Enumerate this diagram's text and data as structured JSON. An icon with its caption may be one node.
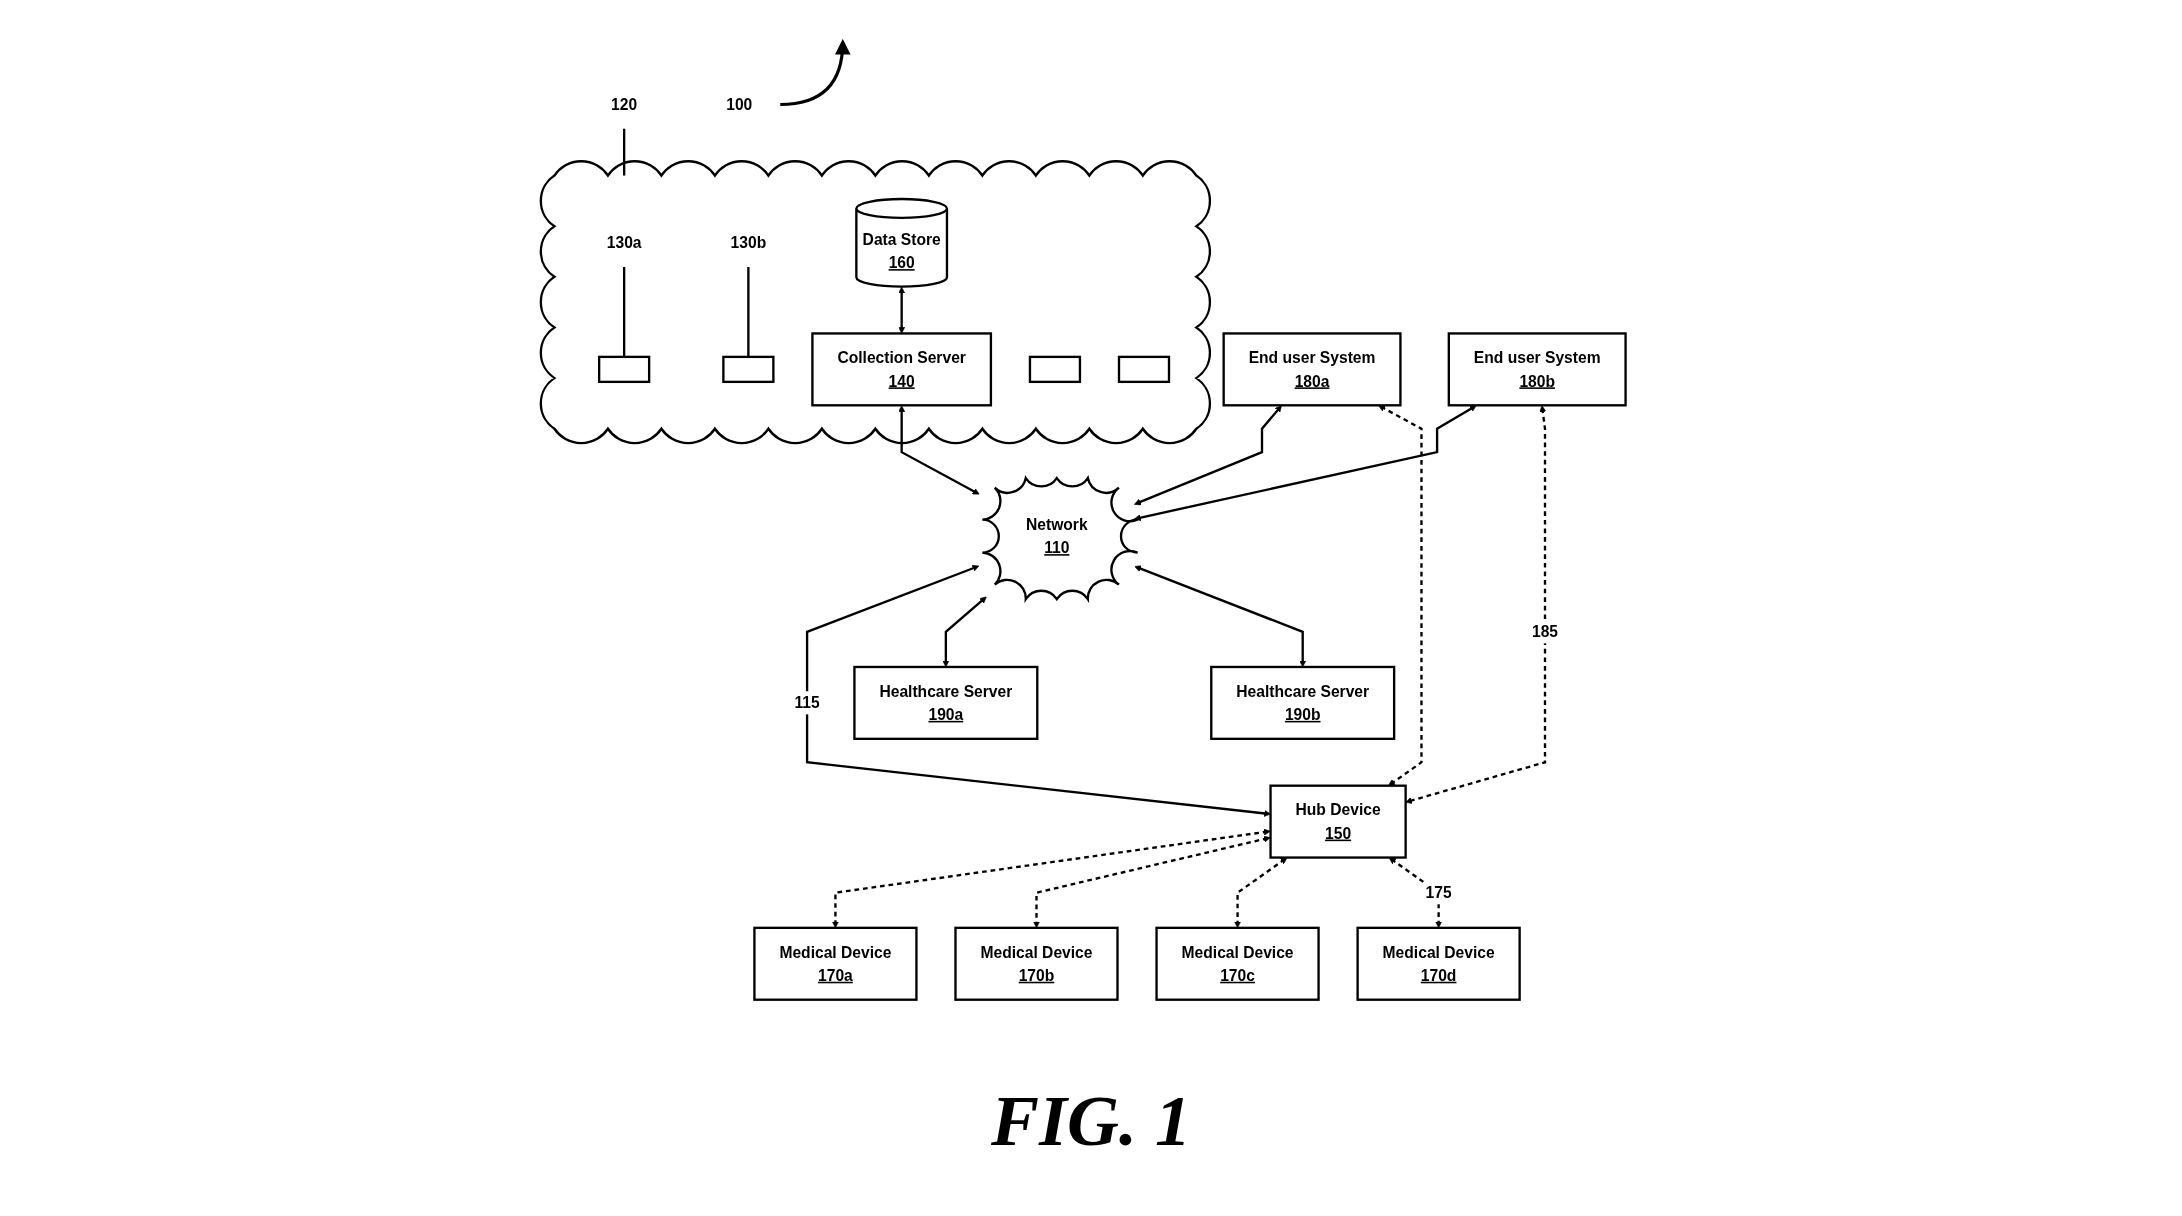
{
  "diagram": {
    "caption": "FIG. 1",
    "nodes": [
      {
        "text": [],
        "shape": "cloud"
      },
      {
        "text": [
          "130a"
        ],
        "in": 0
      },
      {
        "text": [],
        "shape": "box",
        "in": 0
      },
      {
        "text": [
          "130b"
        ],
        "in": 0
      },
      {
        "text": [],
        "shape": "box",
        "in": 0
      },
      {
        "text": [
          "Collection Server",
          "140"
        ],
        "in": 0
      },
      {
        "text": [],
        "shape": "box",
        "in": 0
      },
      {
        "text": [
          "Data Store",
          "160"
        ],
        "in": 0
      },
      {
        "text": [],
        "shape": "box",
        "in": 0
      },
      {
        "text": [
          "120"
        ]
      },
      {
        "text": [
          "End user System",
          "180a"
        ]
      },
      {
        "text": [
          "End user System",
          "180b"
        ]
      },
      {
        "text": [
          "Network",
          "110"
        ]
      },
      {
        "text": [
          "Hub Device",
          "150"
        ]
      },
      {
        "text": [
          "Medical Device",
          "170a"
        ]
      },
      {
        "text": [
          "Medical Device",
          "170b"
        ]
      },
      {
        "text": [
          "Medical Device",
          "170c"
        ]
      },
      {
        "text": [
          "Medical Device",
          "170d"
        ]
      },
      {
        "text": [
          "Healthcare Server",
          "190a"
        ]
      },
      {
        "text": [
          "Healthcare Server",
          "190b"
        ]
      },
      {
        "text": [
          "100"
        ]
      }
    ],
    "edges": [
      {
        "from": 1,
        "to": 2,
        "arrow": "none"
      },
      {
        "from": 3,
        "to": 4,
        "arrow": "none"
      },
      {
        "from": 9,
        "to": 0,
        "arrow": "none"
      },
      {
        "from": 7,
        "to": 5,
        "arrow": "both"
      },
      {
        "from": 5,
        "to": 12,
        "arrow": "both"
      },
      {
        "from": 10,
        "to": 12,
        "arrow": "both"
      },
      {
        "from": 11,
        "to": 12,
        "arrow": "both"
      },
      {
        "from": 10,
        "to": 13,
        "arrow": "both",
        "style": "dashed"
      },
      {
        "from": 11,
        "to": 13,
        "arrow": "both",
        "style": "dashed",
        "label": "185"
      },
      {
        "from": 12,
        "to": 13,
        "arrow": "both",
        "label": "115"
      },
      {
        "from": 13,
        "to": 14,
        "arrow": "both",
        "style": "dashed"
      },
      {
        "from": 13,
        "to": 15,
        "arrow": "both",
        "style": "dashed"
      },
      {
        "from": 13,
        "to": 16,
        "arrow": "both",
        "style": "dashed"
      },
      {
        "from": 13,
        "to": 17,
        "arrow": "both",
        "style": "dashed",
        "label": "175"
      },
      {
        "from": 12,
        "to": 18,
        "arrow": "both"
      },
      {
        "from": 12,
        "to": 19,
        "arrow": "both"
      },
      {
        "from": 20,
        "to": null,
        "arrow": "to"
      }
    ]
  }
}
